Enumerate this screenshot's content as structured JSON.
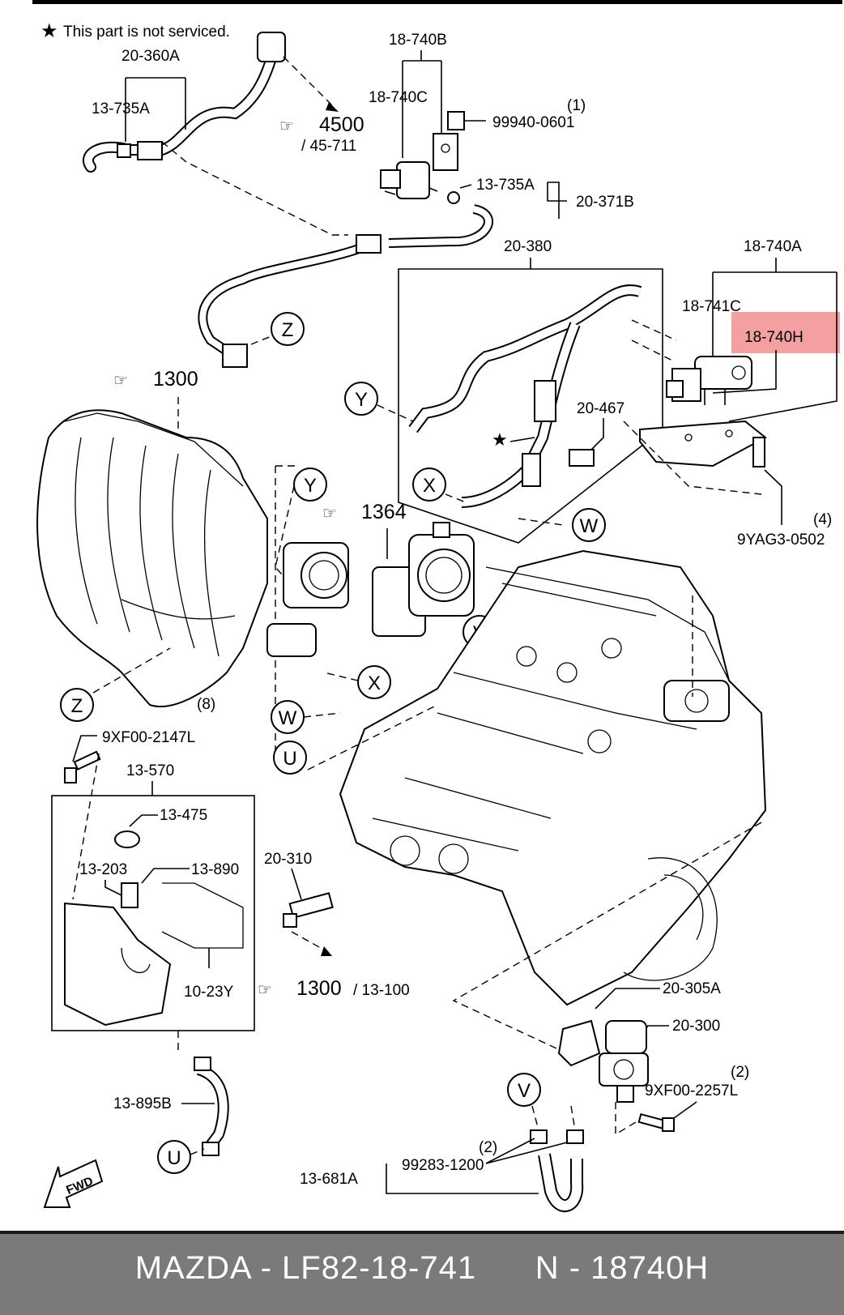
{
  "note": "This part is not serviced.",
  "highlight_color": "#f4a0a0",
  "footer_bg": "#7a7a7a",
  "labels": {
    "p20_360A": "20-360A",
    "p13_735A_top": "13-735A",
    "p18_740B": "18-740B",
    "p18_740C": "18-740C",
    "p99940_0601": "99940-0601",
    "p99940_0601_qty": "(1)",
    "p13_735A_mid": "13-735A",
    "p20_371B": "20-371B",
    "p20_380": "20-380",
    "p18_740A": "18-740A",
    "p18_741C": "18-741C",
    "p18_740H": "18-740H",
    "p20_467": "20-467",
    "p9YAG3_0502": "9YAG3-0502",
    "p9YAG3_0502_qty": "(4)",
    "p9XF00_2147L": "9XF00-2147L",
    "p9XF00_2147L_qty": "(8)",
    "p13_570": "13-570",
    "p13_475": "13-475",
    "p13_203": "13-203",
    "p13_890": "13-890",
    "p10_23Y": "10-23Y",
    "p20_310": "20-310",
    "p20_305A": "20-305A",
    "p20_300": "20-300",
    "p9XF00_2257L": "9XF00-2257L",
    "p9XF00_2257L_qty": "(2)",
    "p13_895B": "13-895B",
    "p99283_1200": "99283-1200",
    "p99283_1200_qty": "(2)",
    "p13_681A": "13-681A"
  },
  "refs": {
    "r4500": "4500",
    "r45_711": "/ 45-711",
    "r1300_top": "1300",
    "r1364": "1364",
    "r1300_bottom": "1300",
    "r13_100": "/ 13-100"
  },
  "callouts": {
    "z_top": "Z",
    "y_left": "Y",
    "y_mid": "Y",
    "x_left": "X",
    "x_mid": "X",
    "w_right": "W",
    "w_left": "W",
    "v_mid": "V",
    "z_bottom": "Z",
    "u_left": "U",
    "v_bottom": "V",
    "u_bottom": "U"
  },
  "fwd_label": "FWD",
  "footer": {
    "text": "MAZDA - LF82-18-741      N - 18740H"
  }
}
